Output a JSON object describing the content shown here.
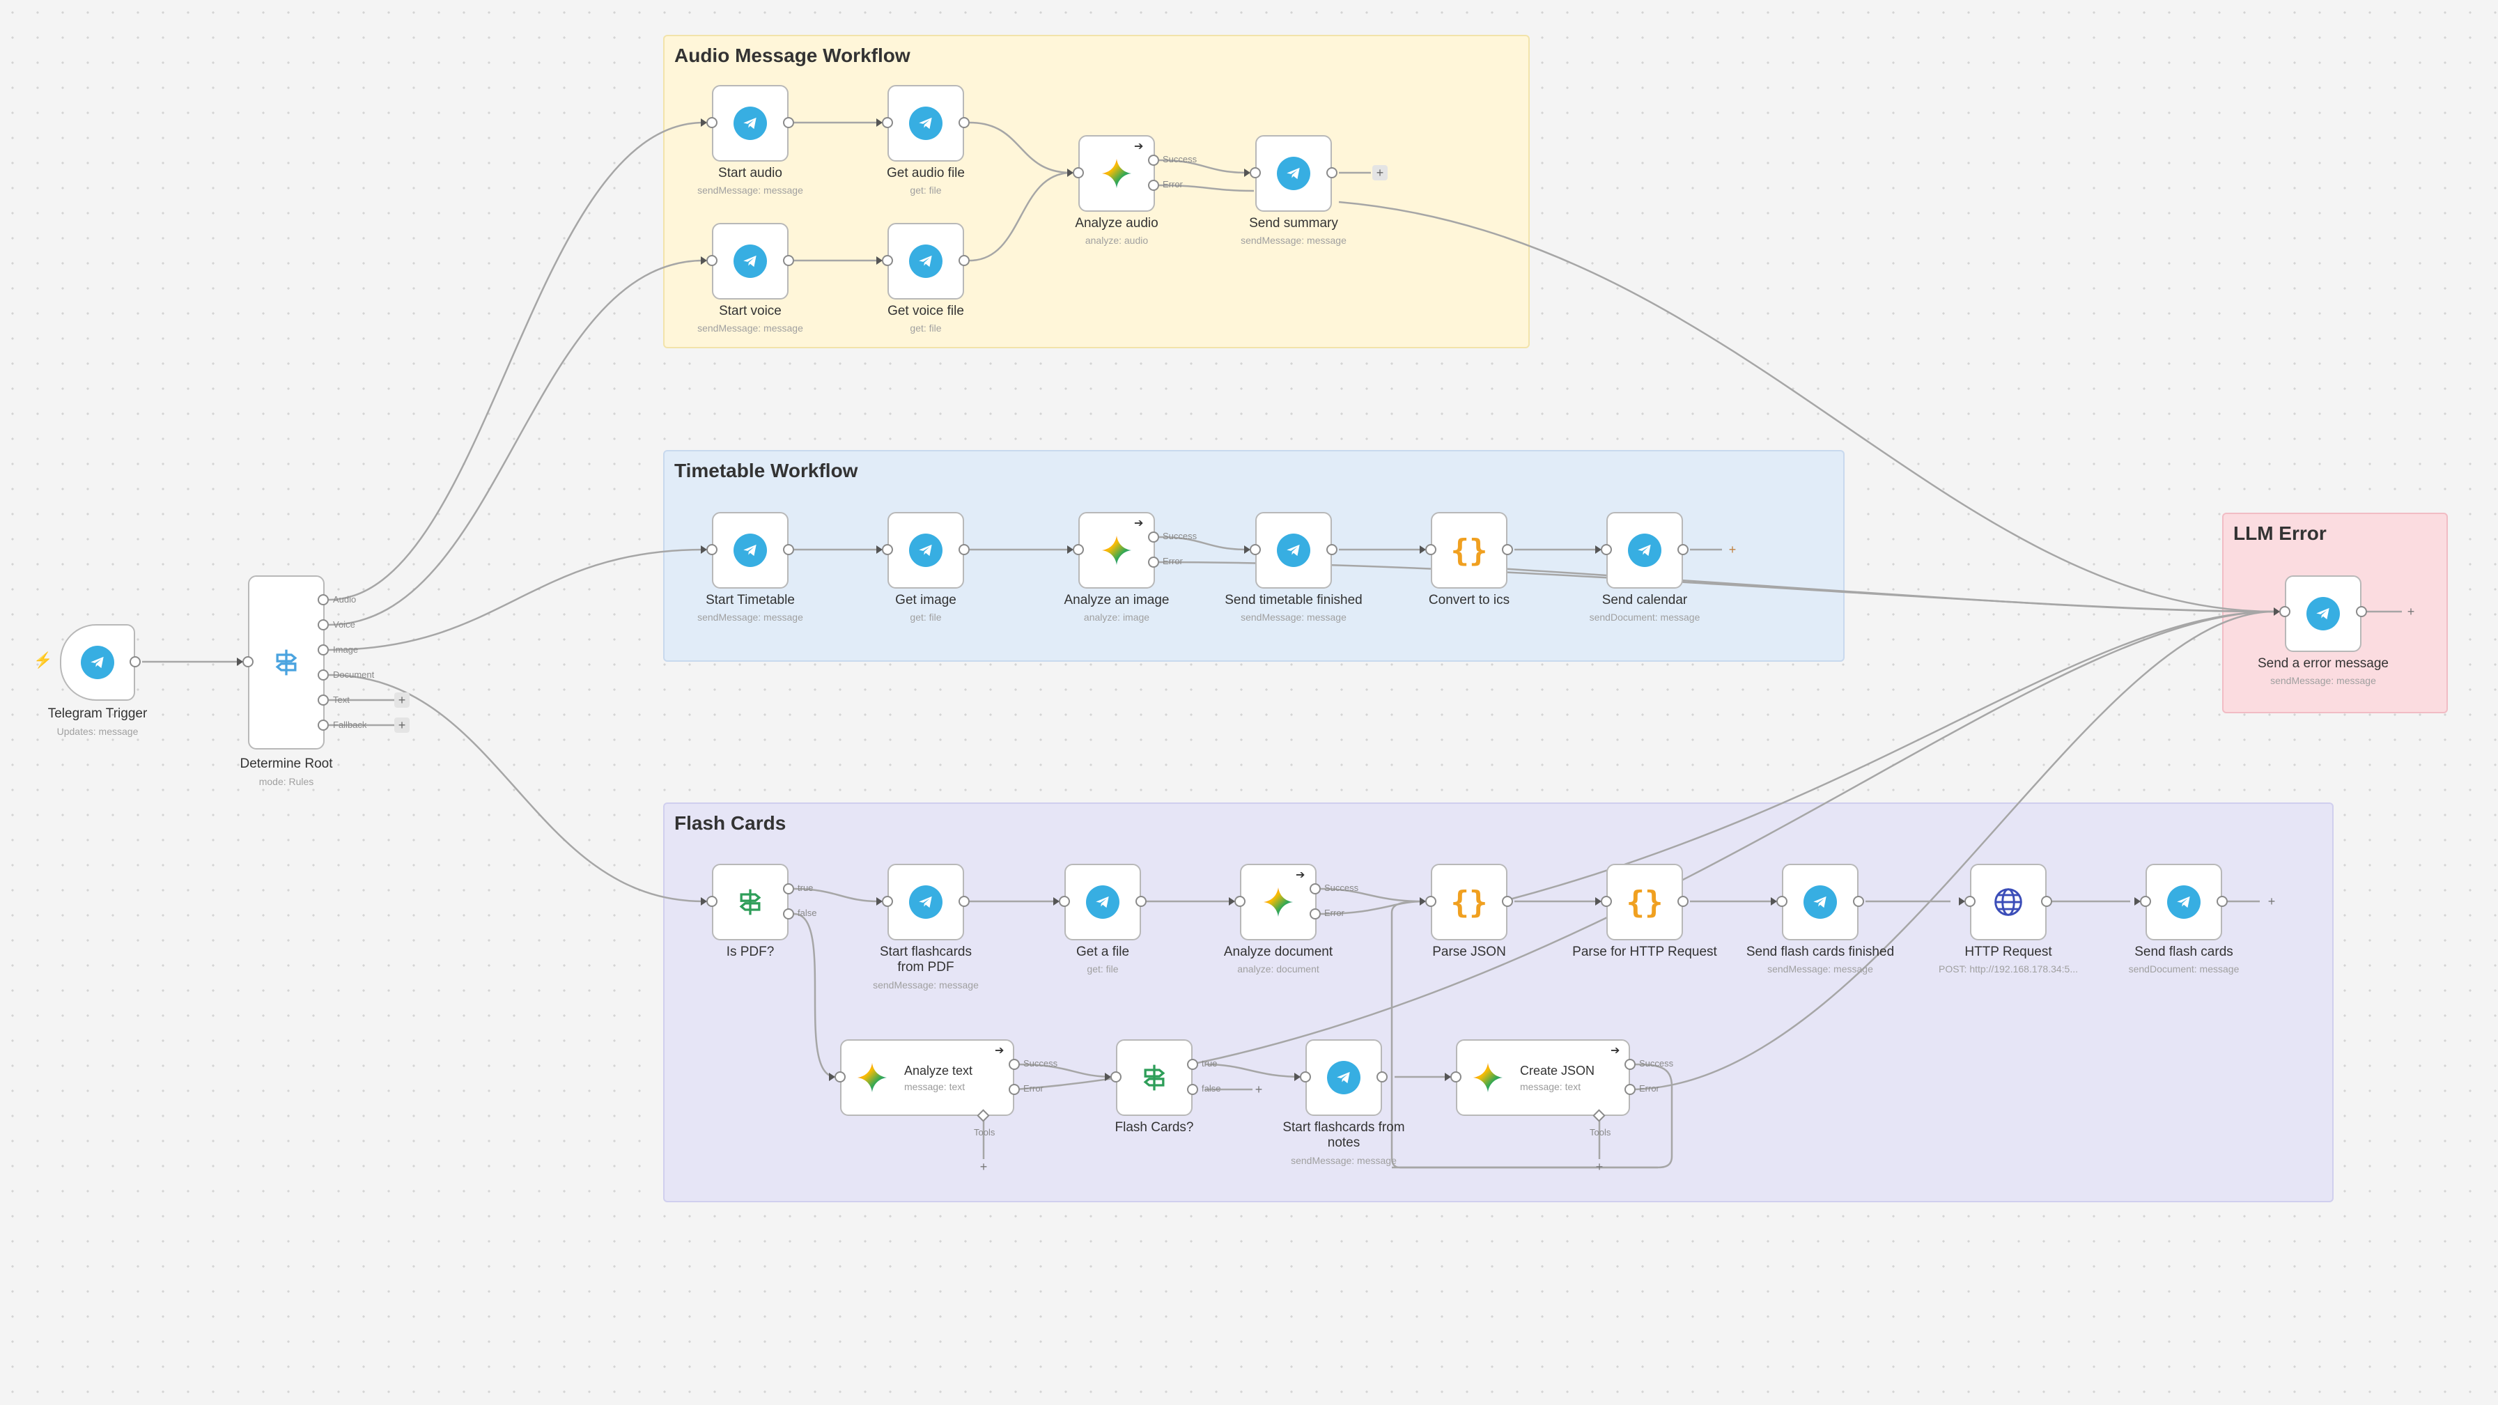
{
  "colors": {
    "audio_sticky": "#fff6d9",
    "audio_sticky_border": "#f2e3aa",
    "timetable_sticky": "#e1ecf8",
    "timetable_sticky_border": "#c8d9ee",
    "flash_sticky": "#e6e5f6",
    "flash_sticky_border": "#d0cfee",
    "llm_sticky": "#fbdce0",
    "llm_sticky_border": "#f1bcc4",
    "telegram": "#37aee2",
    "switch": "#2e9e59",
    "code": "#f0a020",
    "http": "#3b4db8",
    "edge": "#a6a6a6"
  },
  "stickies": [
    {
      "id": "sticky-audio",
      "title": "Audio Message Workflow"
    },
    {
      "id": "sticky-timetable",
      "title": "Timetable Workflow"
    },
    {
      "id": "sticky-flash",
      "title": "Flash Cards"
    },
    {
      "id": "sticky-llm",
      "title": "LLM Error"
    }
  ],
  "nodes": {
    "telegram_trigger": {
      "label": "Telegram Trigger",
      "sub": "Updates: message",
      "icon": "telegram-icon"
    },
    "determine_root": {
      "label": "Determine Root",
      "sub": "mode: Rules",
      "icon": "signpost-icon",
      "outputs": [
        "Audio",
        "Voice",
        "Image",
        "Document",
        "Text",
        "Fallback"
      ]
    },
    "start_audio": {
      "label": "Start audio",
      "sub": "sendMessage: message",
      "icon": "telegram-icon"
    },
    "get_audio_file": {
      "label": "Get audio file",
      "sub": "get: file",
      "icon": "telegram-icon"
    },
    "start_voice": {
      "label": "Start voice",
      "sub": "sendMessage: message",
      "icon": "telegram-icon"
    },
    "get_voice_file": {
      "label": "Get voice file",
      "sub": "get: file",
      "icon": "telegram-icon"
    },
    "analyze_audio": {
      "label": "Analyze audio",
      "sub": "analyze: audio",
      "icon": "gemini-icon",
      "outputs": [
        "Success",
        "Error"
      ]
    },
    "send_summary": {
      "label": "Send summary",
      "sub": "sendMessage: message",
      "icon": "telegram-icon"
    },
    "start_timetable": {
      "label": "Start Timetable",
      "sub": "sendMessage: message",
      "icon": "telegram-icon"
    },
    "get_image": {
      "label": "Get image",
      "sub": "get: file",
      "icon": "telegram-icon"
    },
    "analyze_image": {
      "label": "Analyze an image",
      "sub": "analyze: image",
      "icon": "gemini-icon",
      "outputs": [
        "Success",
        "Error"
      ]
    },
    "send_timetable_finished": {
      "label": "Send timetable finished",
      "sub": "sendMessage: message",
      "icon": "telegram-icon"
    },
    "convert_ics": {
      "label": "Convert to ics",
      "sub": "",
      "icon": "code-braces-icon"
    },
    "send_calendar": {
      "label": "Send calendar",
      "sub": "sendDocument: message",
      "icon": "telegram-icon"
    },
    "send_error": {
      "label": "Send a error message",
      "sub": "sendMessage: message",
      "icon": "telegram-icon"
    },
    "is_pdf": {
      "label": "Is PDF?",
      "sub": "",
      "icon": "signpost-icon",
      "outputs": [
        "true",
        "false"
      ]
    },
    "start_flash_pdf": {
      "label": "Start flashcards from PDF",
      "sub": "sendMessage: message",
      "icon": "telegram-icon"
    },
    "get_a_file": {
      "label": "Get a file",
      "sub": "get: file",
      "icon": "telegram-icon"
    },
    "analyze_document": {
      "label": "Analyze document",
      "sub": "analyze: document",
      "icon": "gemini-icon",
      "outputs": [
        "Success",
        "Error"
      ]
    },
    "parse_json": {
      "label": "Parse JSON",
      "sub": "",
      "icon": "code-braces-icon"
    },
    "parse_http": {
      "label": "Parse for HTTP Request",
      "sub": "",
      "icon": "code-braces-icon"
    },
    "send_flash_finished": {
      "label": "Send flash cards finished",
      "sub": "sendMessage: message",
      "icon": "telegram-icon"
    },
    "http_request": {
      "label": "HTTP Request",
      "sub": "POST: http://192.168.178.34:5...",
      "icon": "globe-icon"
    },
    "send_flash_cards": {
      "label": "Send flash cards",
      "sub": "sendDocument: message",
      "icon": "telegram-icon"
    },
    "analyze_text": {
      "title": "Analyze text",
      "sub": "message: text",
      "icon": "gemini-icon",
      "outputs": [
        "Success",
        "Error"
      ],
      "tools": "Tools"
    },
    "flash_cards_q": {
      "label": "Flash Cards?",
      "sub": "",
      "icon": "signpost-icon",
      "outputs": [
        "true",
        "false"
      ]
    },
    "start_flash_notes": {
      "label": "Start flashcards from notes",
      "sub": "sendMessage: message",
      "icon": "telegram-icon"
    },
    "create_json": {
      "title": "Create JSON",
      "sub": "message: text",
      "icon": "gemini-icon",
      "outputs": [
        "Success",
        "Error"
      ],
      "tools": "Tools"
    }
  },
  "plus_glyph": "+",
  "bolt_glyph": "⚡"
}
